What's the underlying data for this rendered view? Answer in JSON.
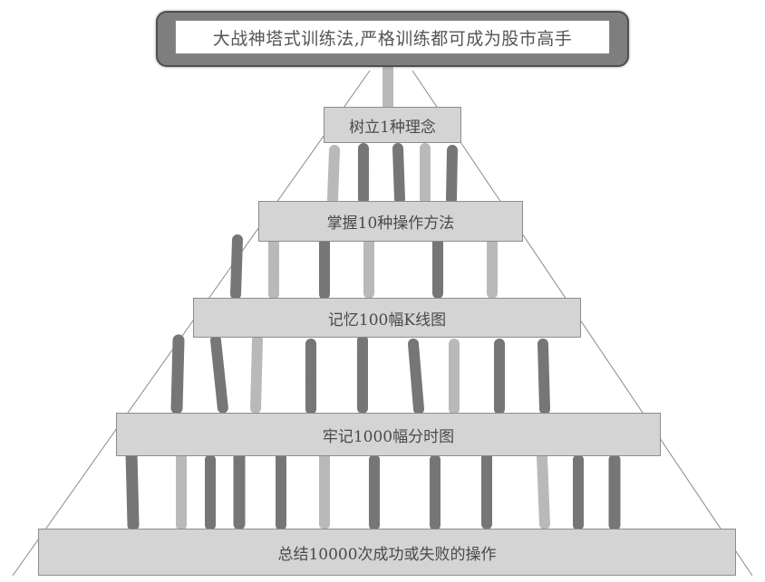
{
  "title": "大战神塔式训练法,严格训练都可成为股市高手",
  "levels": [
    {
      "label": "树立1种理念"
    },
    {
      "label": "掌握10种操作方法"
    },
    {
      "label": "记忆100幅K线图"
    },
    {
      "label": "牢记1000幅分时图"
    },
    {
      "label": "总结10000次成功或失败的操作"
    }
  ],
  "colors": {
    "frame": "#7e7e7e",
    "level_fill": "#d4d4d4",
    "level_border": "#8c8c8c",
    "pillar_dark": "#767676",
    "pillar_light": "#b9b9b9",
    "text": "#4a4a4a"
  }
}
